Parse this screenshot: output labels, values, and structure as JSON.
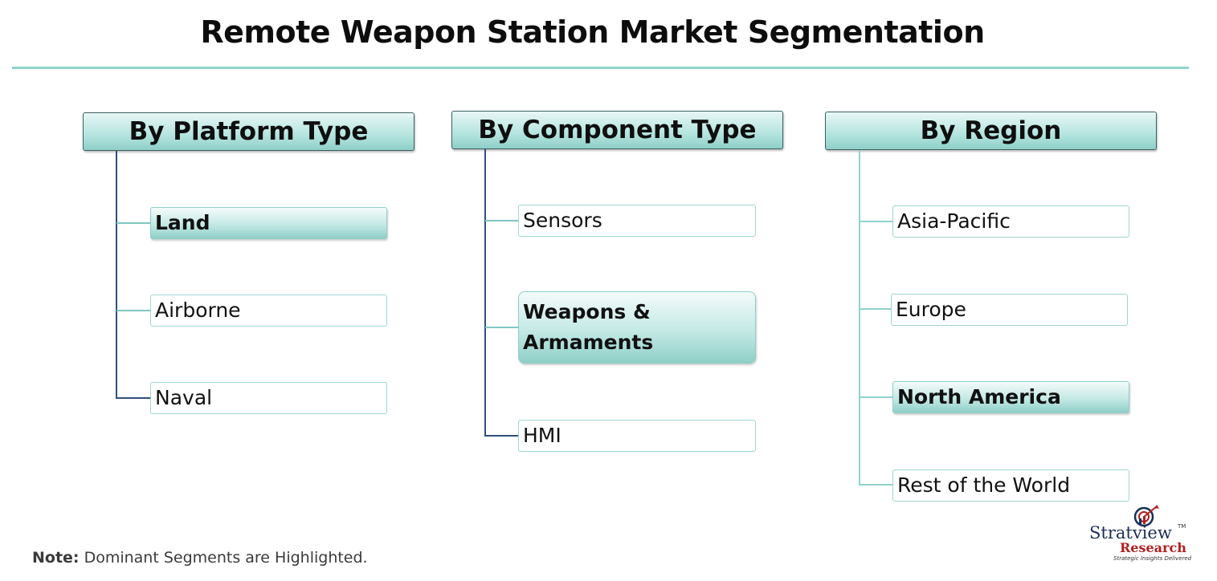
{
  "title": "Remote Weapon Station Market Segmentation",
  "columns": [
    {
      "header": "By Platform Type",
      "items": [
        {
          "label": "Land",
          "highlighted": true
        },
        {
          "label": "Airborne",
          "highlighted": false
        },
        {
          "label": "Naval",
          "highlighted": false
        }
      ]
    },
    {
      "header": "By Component Type",
      "items": [
        {
          "label": "Sensors",
          "highlighted": false
        },
        {
          "label": "Weapons & Armaments",
          "highlighted": true
        },
        {
          "label": "HMI",
          "highlighted": false
        }
      ]
    },
    {
      "header": "By Region",
      "items": [
        {
          "label": "Asia-Pacific",
          "highlighted": false
        },
        {
          "label": "Europe",
          "highlighted": false
        },
        {
          "label": "North America",
          "highlighted": true
        },
        {
          "label": "Rest of the World",
          "highlighted": false
        }
      ]
    }
  ],
  "note": {
    "label": "Note:",
    "text": " Dominant Segments are Highlighted."
  },
  "logo": {
    "brand_line1": "Stratview",
    "brand_line2": "Research",
    "trademark": "TM",
    "tagline": "Strategic Insights Delivered",
    "icon": "target-chart-icon"
  },
  "colors": {
    "accent_teal": "#8fd3cc",
    "connector_navy": "#2f4f7f",
    "logo_navy": "#1b2e57",
    "logo_red": "#b02020"
  }
}
